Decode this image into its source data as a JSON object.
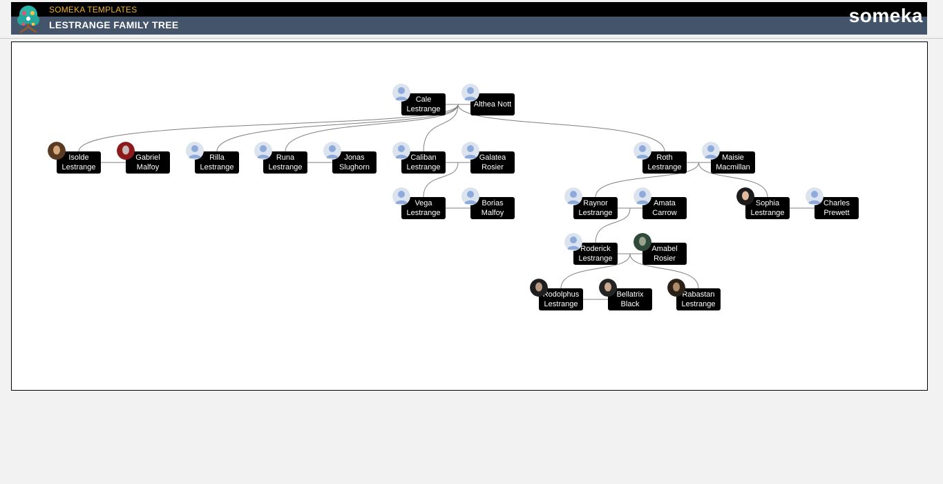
{
  "header": {
    "brand": "SOMEKA TEMPLATES",
    "title": "LESTRANGE FAMILY TREE",
    "logo_text": "someka",
    "logo_icon": "family-tree-icon"
  },
  "colors": {
    "header_black": "#000000",
    "header_slate": "#44546a",
    "brand_orange": "#f0b429",
    "card_bg": "#000000",
    "card_text": "#ffffff",
    "connector": "#7f7f7f"
  },
  "people": [
    {
      "id": "cale",
      "name": "Cale Lestrange",
      "avatar": "default-user-icon"
    },
    {
      "id": "althea",
      "name": "Althea Nott",
      "avatar": "default-user-icon"
    },
    {
      "id": "isolde",
      "name": "Isolde Lestrange",
      "avatar": "photo-portrait-icon"
    },
    {
      "id": "gabriel",
      "name": "Gabriel Malfoy",
      "avatar": "photo-portrait-icon"
    },
    {
      "id": "rilla",
      "name": "Rilla Lestrange",
      "avatar": "default-user-icon"
    },
    {
      "id": "runa",
      "name": "Runa Lestrange",
      "avatar": "default-user-icon"
    },
    {
      "id": "jonas",
      "name": "Jonas Slughorn",
      "avatar": "default-user-icon"
    },
    {
      "id": "caliban",
      "name": "Caliban Lestrange",
      "avatar": "default-user-icon"
    },
    {
      "id": "galatea",
      "name": "Galatea Rosier",
      "avatar": "default-user-icon"
    },
    {
      "id": "vega",
      "name": "Vega Lestrange",
      "avatar": "default-user-icon"
    },
    {
      "id": "borias",
      "name": "Borias Malfoy",
      "avatar": "default-user-icon"
    },
    {
      "id": "roth",
      "name": "Roth Lestrange",
      "avatar": "default-user-icon"
    },
    {
      "id": "maisie",
      "name": "Maisie Macmillan",
      "avatar": "default-user-icon"
    },
    {
      "id": "raynor",
      "name": "Raynor Lestrange",
      "avatar": "default-user-icon"
    },
    {
      "id": "amata",
      "name": "Amata Carrow",
      "avatar": "default-user-icon"
    },
    {
      "id": "sophia",
      "name": "Sophia Lestrange",
      "avatar": "photo-portrait-icon"
    },
    {
      "id": "charles",
      "name": "Charles Prewett",
      "avatar": "default-user-icon"
    },
    {
      "id": "roderick",
      "name": "Roderick Lestrange",
      "avatar": "default-user-icon"
    },
    {
      "id": "amabel",
      "name": "Amabel Rosier",
      "avatar": "photo-portrait-icon"
    },
    {
      "id": "rodolphus",
      "name": "Rodolphus Lestrange",
      "avatar": "photo-portrait-icon"
    },
    {
      "id": "bellatrix",
      "name": "Bellatrix Black",
      "avatar": "photo-portrait-icon"
    },
    {
      "id": "rabastan",
      "name": "Rabastan Lestrange",
      "avatar": "photo-portrait-icon"
    }
  ],
  "couples": [
    [
      "cale",
      "althea"
    ],
    [
      "isolde",
      "gabriel"
    ],
    [
      "runa",
      "jonas"
    ],
    [
      "caliban",
      "galatea"
    ],
    [
      "vega",
      "borias"
    ],
    [
      "roth",
      "maisie"
    ],
    [
      "raynor",
      "amata"
    ],
    [
      "sophia",
      "charles"
    ],
    [
      "roderick",
      "amabel"
    ],
    [
      "rodolphus",
      "bellatrix"
    ]
  ],
  "children": [
    {
      "parents": [
        "cale",
        "althea"
      ],
      "kids": [
        "isolde",
        "rilla",
        "runa",
        "caliban",
        "roth"
      ]
    },
    {
      "parents": [
        "caliban",
        "galatea"
      ],
      "kids": [
        "vega"
      ]
    },
    {
      "parents": [
        "roth",
        "maisie"
      ],
      "kids": [
        "raynor",
        "sophia"
      ]
    },
    {
      "parents": [
        "raynor",
        "amata"
      ],
      "kids": [
        "roderick"
      ]
    },
    {
      "parents": [
        "roderick",
        "amabel"
      ],
      "kids": [
        "rodolphus",
        "rabastan"
      ]
    }
  ]
}
